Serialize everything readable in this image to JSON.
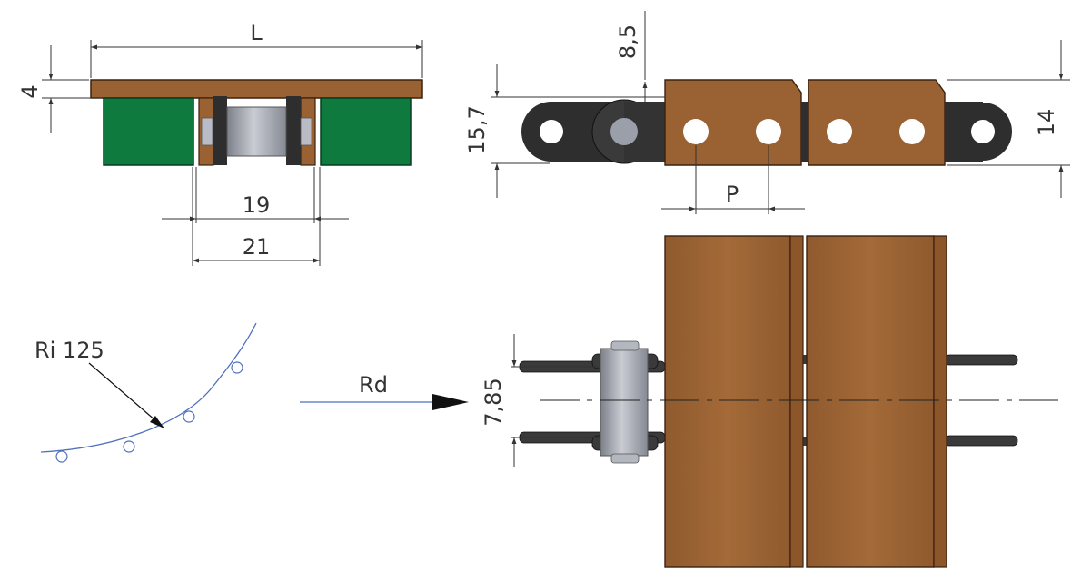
{
  "labels": {
    "length": "L",
    "thickness": "4",
    "inner_width": "19",
    "outer_width": "21",
    "top_clearance": "8,5",
    "link_height": "15,7",
    "plate_height": "14",
    "pitch": "P",
    "pin_offset": "7,85",
    "inner_radius": "Ri 125",
    "direction": "Rd"
  },
  "colors": {
    "plate": "#9a6233",
    "plate_dark": "#5a3318",
    "pad": "#0e7a3e",
    "link": "#2e2e2e",
    "pin": "#a9adb7",
    "dimension": "#333333",
    "curve": "#4f6fbf"
  }
}
